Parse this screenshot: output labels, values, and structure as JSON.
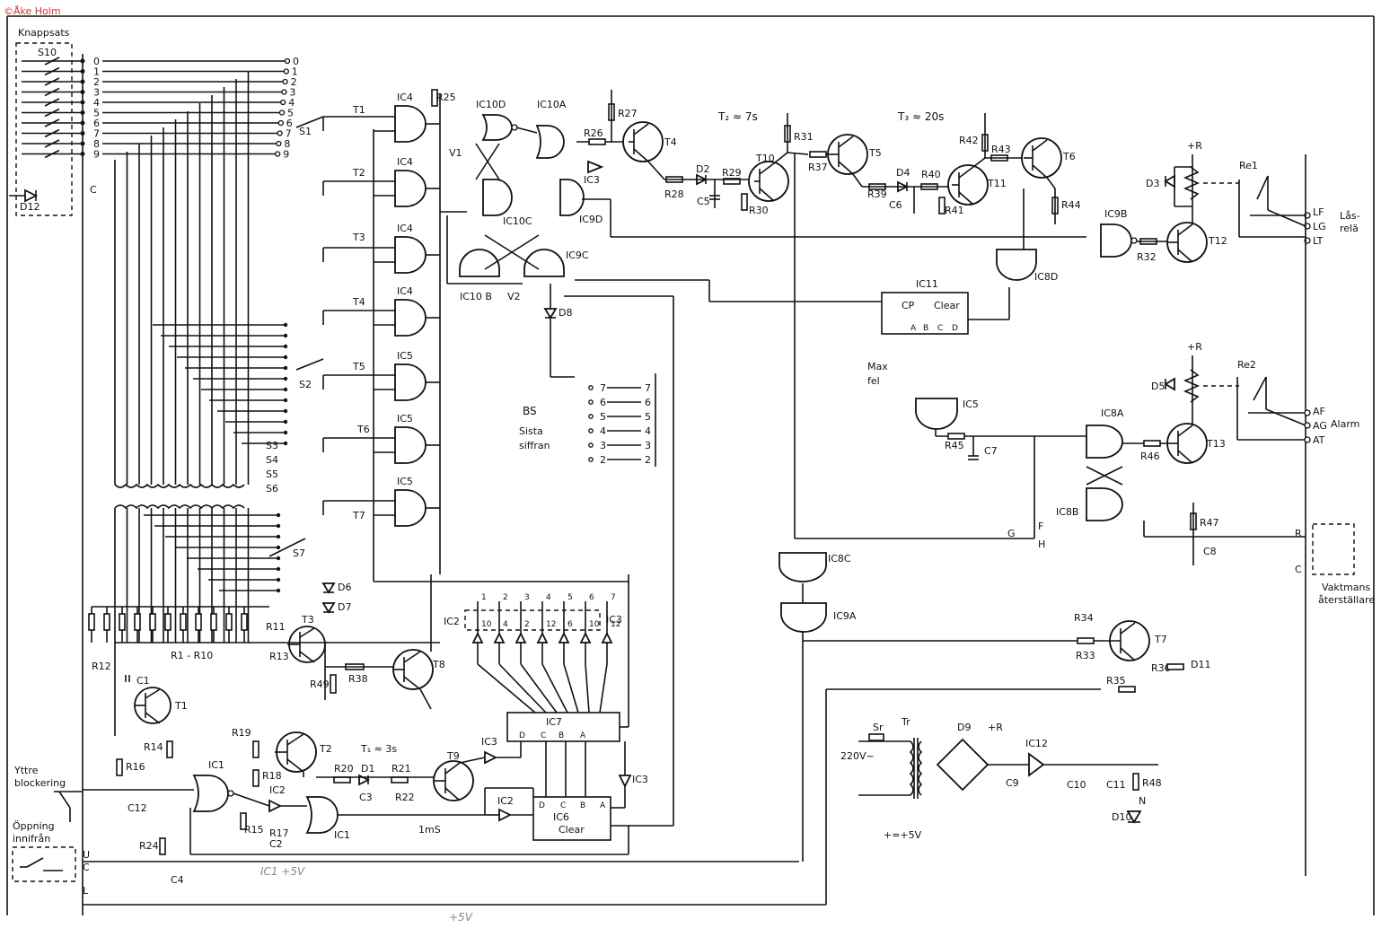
{
  "copyright": "©Åke Holm",
  "keypad": {
    "title": "Knappsats",
    "switch": "S10",
    "keys": [
      "0",
      "1",
      "2",
      "3",
      "4",
      "5",
      "6",
      "7",
      "8",
      "9"
    ],
    "common": "C",
    "led": "D12"
  },
  "selector_switches": [
    "S1",
    "S2",
    "S3",
    "S4",
    "S5",
    "S6",
    "S7"
  ],
  "timing": {
    "t1": "T1",
    "t2": "T2",
    "t3": "T3",
    "t4": "T4",
    "t5": "T5",
    "t6": "T6",
    "t7": "T7",
    "tau1": "T₁ ≈ 3s",
    "tau2": "T₂ ≈ 7s",
    "tau3": "T₃ ≈ 20s",
    "pulse": "1mS"
  },
  "ics": {
    "ic4": "IC4",
    "ic5": "IC5",
    "ic10d": "IC10D",
    "ic10a": "IC10A",
    "ic10c": "IC10C",
    "ic10b": "IC10 B",
    "ic9d": "IC9D",
    "ic9c": "IC9C",
    "ic9b": "IC9B",
    "ic9a": "IC9A",
    "ic3": "IC3",
    "ic2": "IC2",
    "ic1": "IC1",
    "ic6": "IC6",
    "ic7": "IC7",
    "ic8a": "IC8A",
    "ic8b": "IC8B",
    "ic8c": "IC8C",
    "ic8d": "IC8D",
    "ic11": "IC11",
    "ic12": "IC12"
  },
  "ic11_pins": {
    "cp": "CP",
    "clear": "Clear",
    "a": "A",
    "b": "B",
    "c": "C",
    "d": "D"
  },
  "ic7_pins": {
    "d": "D",
    "c": "C",
    "b": "B",
    "a": "A"
  },
  "ic6_pins": {
    "d": "D",
    "c": "C",
    "b": "B",
    "a": "A",
    "clear": "Clear"
  },
  "labels": {
    "last_digit": "BS",
    "last_digit_title": "Sista",
    "last_digit_sub": "siffran",
    "max_fel": "Max",
    "max_fel2": "fel",
    "lasrele": "Lås-",
    "lasrele2": "relä",
    "alarm": "Alarm",
    "vaktmans": "Vaktmans",
    "aterstallare": "återställare",
    "yttre": "Yttre",
    "blockering": "blockering",
    "oppning": "Öppning",
    "inifran": "innifrån",
    "mains": "220V~",
    "sr": "Sr",
    "tr": "Tr",
    "plus_r": "+R",
    "plus5": "+=+5V",
    "r1r10": "R1 - R10",
    "v1": "V1",
    "v2": "V2",
    "g": "G",
    "f": "F",
    "h": "H",
    "r": "R",
    "c": "C",
    "u": "U",
    "l": "L",
    "lf": "LF",
    "lg": "LG",
    "lt": "LT",
    "af": "AF",
    "ag": "AG",
    "at": "AT",
    "re1": "Re1",
    "re2": "Re2"
  },
  "transistors": [
    "T1",
    "T2",
    "T3",
    "T4",
    "T5",
    "T6",
    "T7",
    "T8",
    "T9",
    "T10",
    "T11",
    "T12",
    "T13"
  ],
  "resistors": [
    "R11",
    "R12",
    "R13",
    "R14",
    "R15",
    "R16",
    "R17",
    "R18",
    "R19",
    "R20",
    "R21",
    "R22",
    "R24",
    "R25",
    "R26",
    "R27",
    "R28",
    "R29",
    "R30",
    "R31",
    "R32",
    "R33",
    "R34",
    "R35",
    "R36",
    "R37",
    "R38",
    "R39",
    "R40",
    "R41",
    "R42",
    "R43",
    "R44",
    "R45",
    "R46",
    "R47",
    "R48",
    "R49"
  ],
  "capacitors": [
    "C1",
    "C2",
    "C3",
    "C4",
    "C5",
    "C6",
    "C7",
    "C8",
    "C9",
    "C10",
    "C11",
    "C12"
  ],
  "diodes": [
    "D1",
    "D2",
    "D3",
    "D4",
    "D5",
    "D6",
    "D7",
    "D8",
    "D9",
    "D10",
    "D11"
  ],
  "pencil_notes": [
    "IC1 +5V",
    "+5V"
  ],
  "ic_pin_numbers_bottom": [
    "1",
    "2",
    "3",
    "4",
    "5",
    "6",
    "7"
  ],
  "ic_pin_numbers_inv": [
    "10",
    "4",
    "2",
    "12",
    "6",
    "10",
    "12"
  ]
}
